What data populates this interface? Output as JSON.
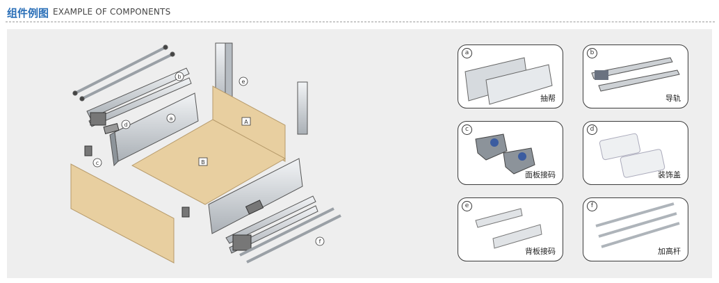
{
  "header": {
    "title_cn": "组件例图",
    "title_en": "EXAMPLE OF COMPONENTS"
  },
  "diagram": {
    "callouts": {
      "a": "a",
      "b": "b",
      "c": "c",
      "d": "d",
      "e": "e",
      "f": "f",
      "A": "A",
      "B": "B"
    }
  },
  "components": [
    {
      "letter": "a",
      "label": "抽帮",
      "icon": "drawer-side-icon"
    },
    {
      "letter": "b",
      "label": "导轨",
      "icon": "slide-rail-icon"
    },
    {
      "letter": "c",
      "label": "面板接码",
      "icon": "front-panel-connector-icon"
    },
    {
      "letter": "d",
      "label": "装饰盖",
      "icon": "decorative-cover-icon"
    },
    {
      "letter": "e",
      "label": "背板接码",
      "icon": "back-panel-connector-icon"
    },
    {
      "letter": "f",
      "label": "加高杆",
      "icon": "gallery-rail-icon"
    }
  ],
  "colors": {
    "accent": "#2a6fb8",
    "wood": "#e8cfa0",
    "metal": "#c9cdd1",
    "panel_bg": "#eeeeee"
  }
}
